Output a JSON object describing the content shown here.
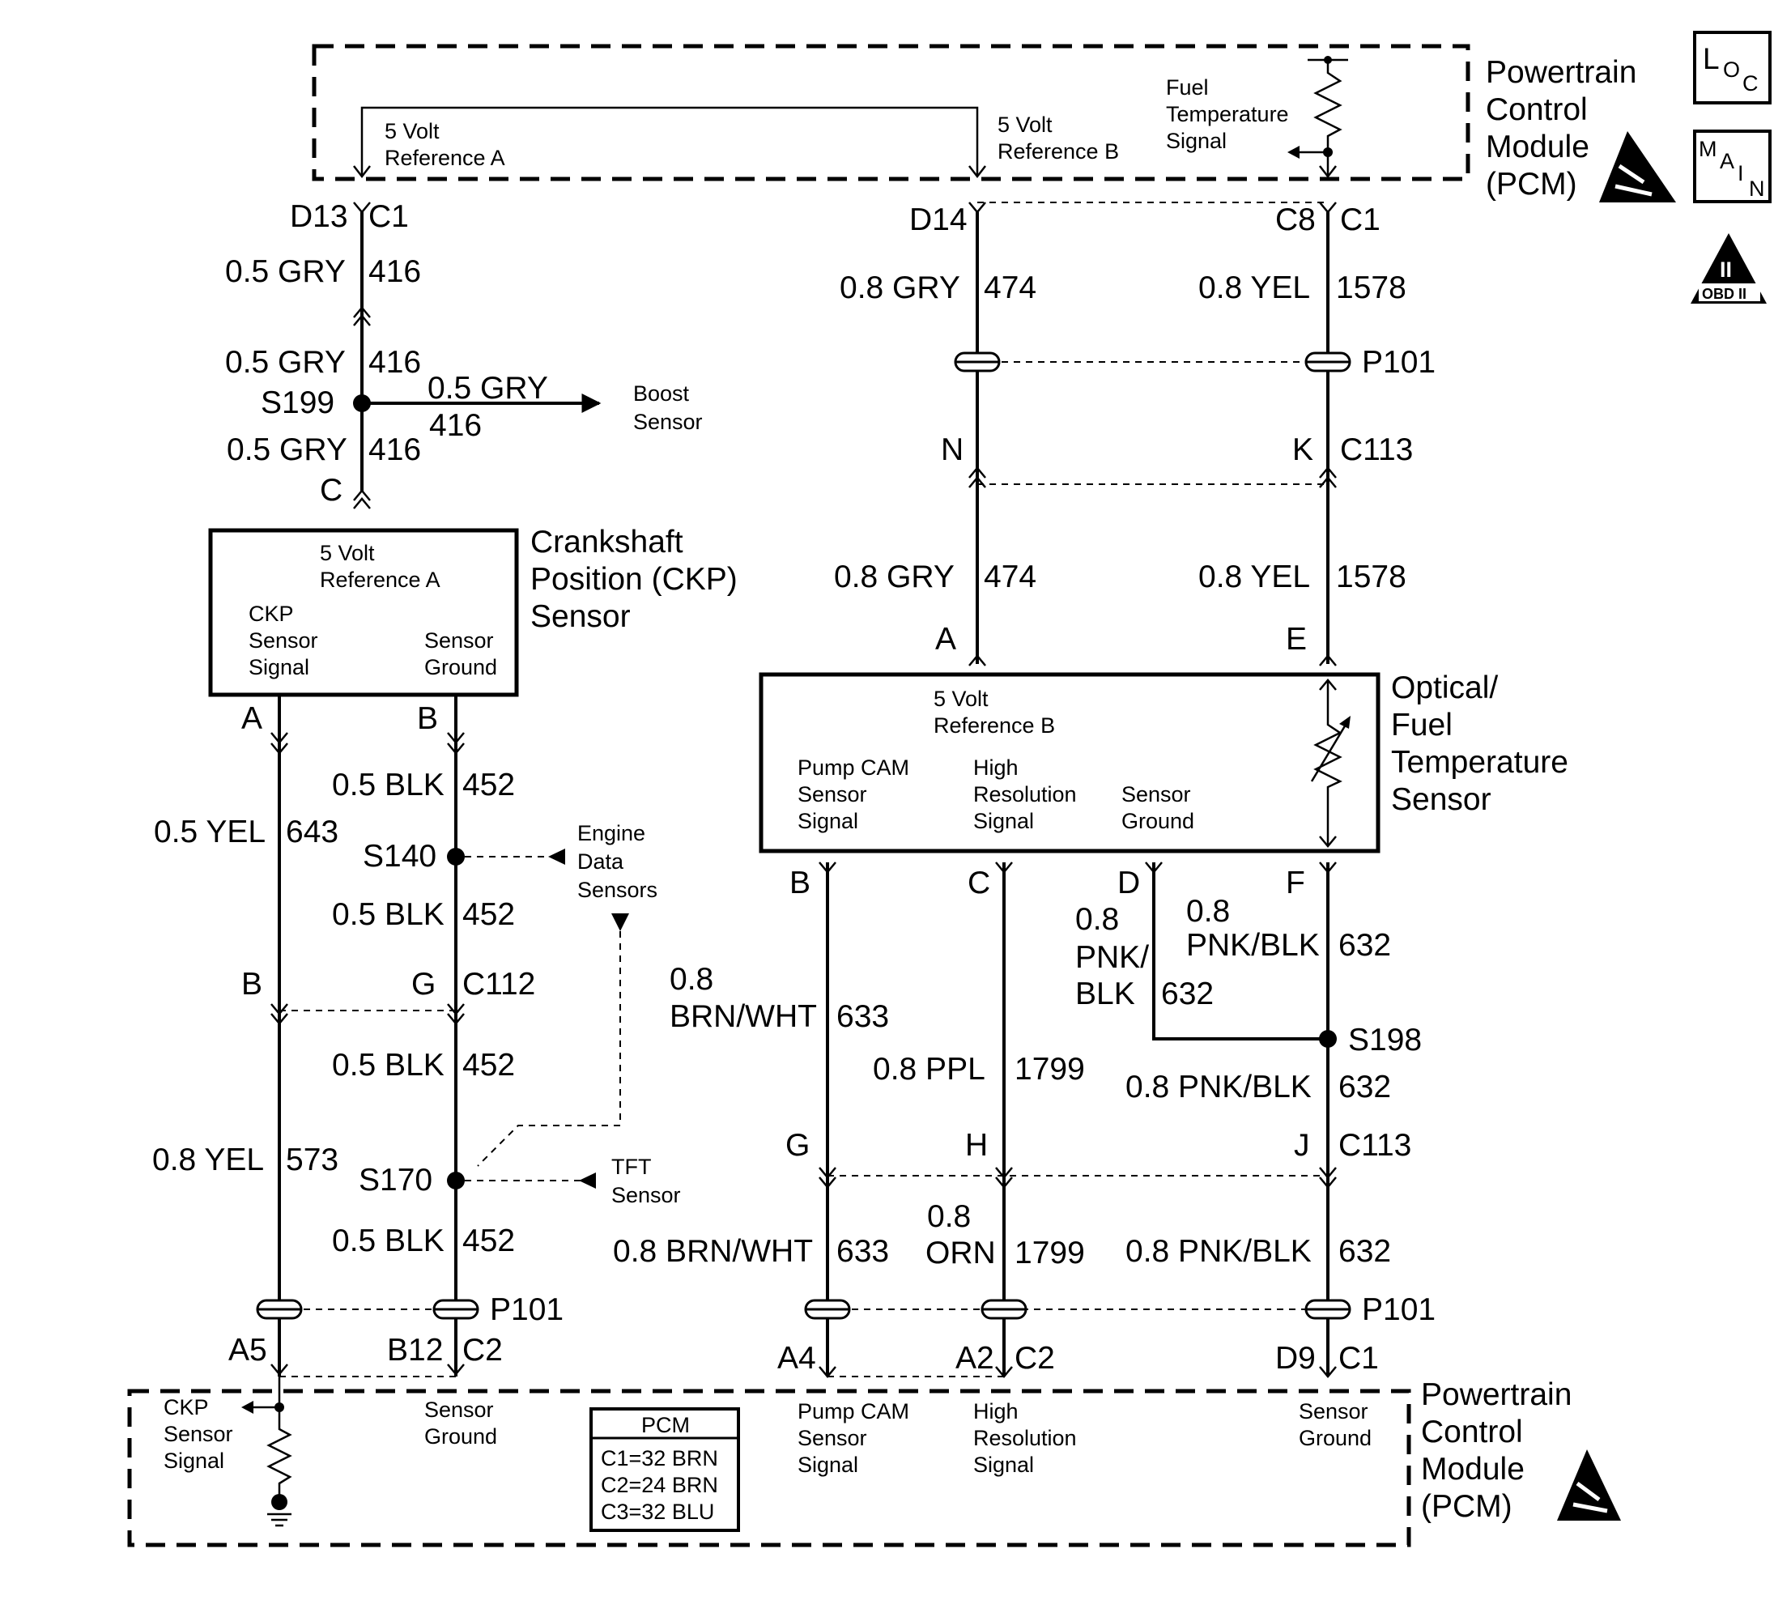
{
  "pcm_top": {
    "title": [
      "Powertrain",
      "Control",
      "Module",
      "(PCM)"
    ],
    "ref_a": [
      "5 Volt",
      "Reference A"
    ],
    "ref_b": [
      "5 Volt",
      "Reference B"
    ],
    "fuel_temp": [
      "Fuel",
      "Temperature",
      "Signal"
    ]
  },
  "badges": {
    "loc": [
      "L",
      "O",
      "C"
    ],
    "main": [
      "M",
      "A",
      "I",
      "N"
    ],
    "obd": [
      "II",
      "OBD II"
    ]
  },
  "ckp_sensor": {
    "title": [
      "Crankshaft",
      "Position (CKP)",
      "Sensor"
    ],
    "ref": [
      "5 Volt",
      "Reference A"
    ],
    "signal": [
      "CKP",
      "Sensor",
      "Signal"
    ],
    "ground": [
      "Sensor",
      "Ground"
    ]
  },
  "optical_sensor": {
    "title": [
      "Optical/",
      "Fuel",
      "Temperature",
      "Sensor"
    ],
    "ref": [
      "5 Volt",
      "Reference B"
    ],
    "pump": [
      "Pump CAM",
      "Sensor",
      "Signal"
    ],
    "high": [
      "High",
      "Resolution",
      "Signal"
    ],
    "ground": [
      "Sensor",
      "Ground"
    ]
  },
  "pcm_bottom": {
    "title": [
      "Powertrain",
      "Control",
      "Module",
      "(PCM)"
    ],
    "ckp": [
      "CKP",
      "Sensor",
      "Signal"
    ],
    "ground1": [
      "Sensor",
      "Ground"
    ],
    "pump": [
      "Pump CAM",
      "Sensor",
      "Signal"
    ],
    "high": [
      "High",
      "Resolution",
      "Signal"
    ],
    "ground2": [
      "Sensor",
      "Ground"
    ],
    "table": [
      "PCM",
      "C1=32 BRN",
      "C2=24 BRN",
      "C3=32 BLU"
    ]
  },
  "labels": {
    "d13": "D13",
    "c1a": "C1",
    "gry05": "0.5 GRY",
    "n416": "416",
    "s199": "S199",
    "boost": [
      "Boost",
      "Sensor"
    ],
    "c": "C",
    "d14": "D14",
    "c8": "C8",
    "c1b": "C1",
    "gry08": "0.8  GRY",
    "n474": "474",
    "yel08": "0.8  YEL",
    "n1578": "1578",
    "p101": "P101",
    "n": "N",
    "k": "K",
    "c113": "C113",
    "a": "A",
    "e": "E",
    "b": "B",
    "yel05": "0.5 YEL",
    "n643": "643",
    "blk05": "0.5 BLK",
    "n452": "452",
    "s140": "S140",
    "engine": [
      "Engine",
      "Data",
      "Sensors"
    ],
    "g": "G",
    "c112": "C112",
    "yel08b": "0.8 YEL",
    "n573": "573",
    "s170": "S170",
    "tft": [
      "TFT",
      "Sensor"
    ],
    "a5": "A5",
    "b12": "B12",
    "c2": "C2",
    "d": "D",
    "f": "F",
    "pnkblk": "PNK/BLK",
    "n632": "632",
    "pnk": "PNK/",
    "blk": "BLK",
    "n08": "0.8",
    "brnwht": "BRN/WHT",
    "n633": "633",
    "ppl": "0.8 PPL",
    "n1799": "1799",
    "s198": "S198",
    "pnkblk08": "0.8 PNK/BLK",
    "h": "H",
    "j": "J",
    "brnwht08": "0.8 BRN/WHT",
    "orn": "ORN",
    "a4": "A4",
    "a2": "A2",
    "d9": "D9"
  }
}
